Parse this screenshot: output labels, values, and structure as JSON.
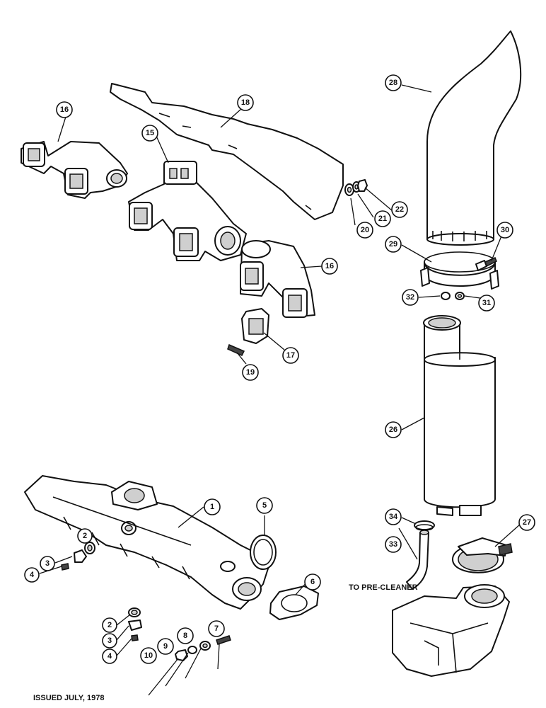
{
  "callouts": [
    {
      "id": "c28",
      "label": "28"
    },
    {
      "id": "c18",
      "label": "18"
    },
    {
      "id": "c16a",
      "label": "16"
    },
    {
      "id": "c15",
      "label": "15"
    },
    {
      "id": "c16b",
      "label": "16"
    },
    {
      "id": "c17",
      "label": "17"
    },
    {
      "id": "c19",
      "label": "19"
    },
    {
      "id": "c20",
      "label": "20"
    },
    {
      "id": "c21",
      "label": "21"
    },
    {
      "id": "c22",
      "label": "22"
    },
    {
      "id": "c29",
      "label": "29"
    },
    {
      "id": "c30",
      "label": "30"
    },
    {
      "id": "c32",
      "label": "32"
    },
    {
      "id": "c31",
      "label": "31"
    },
    {
      "id": "c26",
      "label": "26"
    },
    {
      "id": "c34",
      "label": "34"
    },
    {
      "id": "c27",
      "label": "27"
    },
    {
      "id": "c33",
      "label": "33"
    },
    {
      "id": "c1",
      "label": "1"
    },
    {
      "id": "c5",
      "label": "5"
    },
    {
      "id": "c6",
      "label": "6"
    },
    {
      "id": "c2a",
      "label": "2"
    },
    {
      "id": "c3a",
      "label": "3"
    },
    {
      "id": "c4a",
      "label": "4"
    },
    {
      "id": "c2b",
      "label": "2"
    },
    {
      "id": "c3b",
      "label": "3"
    },
    {
      "id": "c4b",
      "label": "4"
    },
    {
      "id": "c7",
      "label": "7"
    },
    {
      "id": "c8",
      "label": "8"
    },
    {
      "id": "c9",
      "label": "9"
    },
    {
      "id": "c10",
      "label": "10"
    }
  ],
  "labels": {
    "pre_cleaner": "TO PRE-CLEANER",
    "issued": "ISSUED JULY, 1978"
  }
}
